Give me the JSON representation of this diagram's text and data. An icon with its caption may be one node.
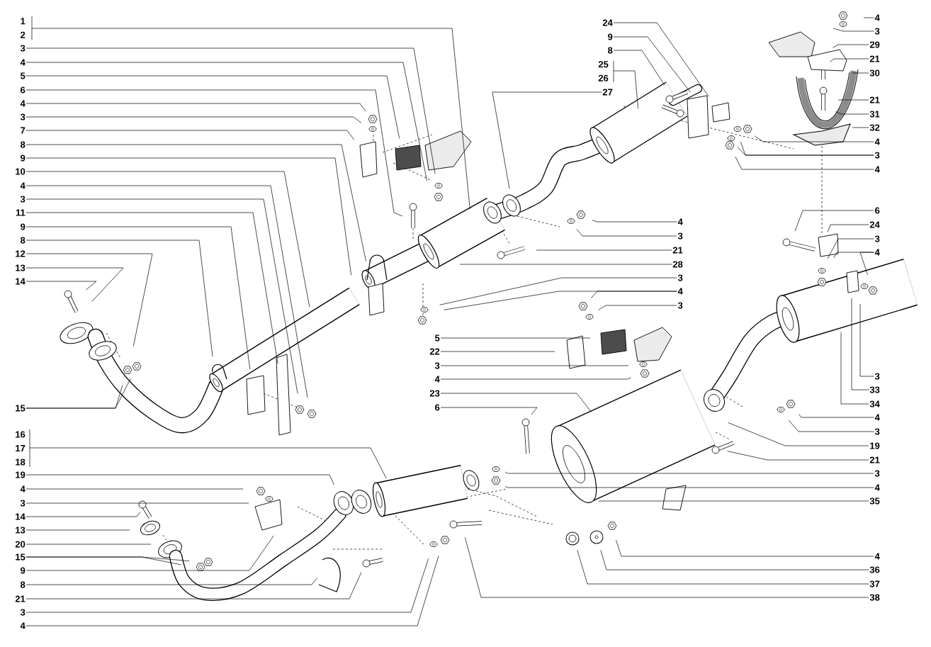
{
  "diagram": {
    "nodes": [
      {
        "text": [
          "1",
          "2"
        ]
      },
      {
        "text": [
          "3"
        ]
      },
      {
        "text": [
          "4"
        ]
      },
      {
        "text": [
          "5"
        ]
      },
      {
        "text": [
          "6"
        ]
      },
      {
        "text": [
          "4"
        ]
      },
      {
        "text": [
          "3"
        ]
      },
      {
        "text": [
          "7"
        ]
      },
      {
        "text": [
          "8"
        ]
      },
      {
        "text": [
          "9"
        ]
      },
      {
        "text": [
          "10"
        ]
      },
      {
        "text": [
          "4"
        ]
      },
      {
        "text": [
          "3"
        ]
      },
      {
        "text": [
          "11"
        ]
      },
      {
        "text": [
          "9"
        ]
      },
      {
        "text": [
          "8"
        ]
      },
      {
        "text": [
          "12"
        ]
      },
      {
        "text": [
          "13"
        ]
      },
      {
        "text": [
          "14"
        ]
      },
      {
        "text": [
          "15"
        ]
      },
      {
        "text": [
          "16",
          "17",
          "18"
        ]
      },
      {
        "text": [
          "19"
        ]
      },
      {
        "text": [
          "4"
        ]
      },
      {
        "text": [
          "3"
        ]
      },
      {
        "text": [
          "14"
        ]
      },
      {
        "text": [
          "13"
        ]
      },
      {
        "text": [
          "20"
        ]
      },
      {
        "text": [
          "15"
        ]
      },
      {
        "text": [
          "9"
        ]
      },
      {
        "text": [
          "8"
        ]
      },
      {
        "text": [
          "21"
        ]
      },
      {
        "text": [
          "3"
        ]
      },
      {
        "text": [
          "4"
        ]
      },
      {
        "text": [
          "24"
        ]
      },
      {
        "text": [
          "9"
        ]
      },
      {
        "text": [
          "8"
        ]
      },
      {
        "text": [
          "25",
          "26"
        ]
      },
      {
        "text": [
          "27"
        ]
      },
      {
        "text": [
          "4"
        ]
      },
      {
        "text": [
          "3"
        ]
      },
      {
        "text": [
          "29"
        ]
      },
      {
        "text": [
          "21"
        ]
      },
      {
        "text": [
          "30"
        ]
      },
      {
        "text": [
          "21"
        ]
      },
      {
        "text": [
          "31"
        ]
      },
      {
        "text": [
          "32"
        ]
      },
      {
        "text": [
          "4"
        ]
      },
      {
        "text": [
          "3"
        ]
      },
      {
        "text": [
          "4"
        ]
      },
      {
        "text": [
          "4"
        ]
      },
      {
        "text": [
          "3"
        ]
      },
      {
        "text": [
          "21"
        ]
      },
      {
        "text": [
          "28"
        ]
      },
      {
        "text": [
          "3"
        ]
      },
      {
        "text": [
          "4"
        ]
      },
      {
        "text": [
          "3"
        ]
      },
      {
        "text": [
          "5"
        ]
      },
      {
        "text": [
          "22"
        ]
      },
      {
        "text": [
          "3"
        ]
      },
      {
        "text": [
          "4"
        ]
      },
      {
        "text": [
          "23"
        ]
      },
      {
        "text": [
          "6"
        ]
      },
      {
        "text": [
          "6"
        ]
      },
      {
        "text": [
          "24"
        ]
      },
      {
        "text": [
          "3"
        ]
      },
      {
        "text": [
          "4"
        ]
      },
      {
        "text": [
          "3"
        ]
      },
      {
        "text": [
          "33"
        ]
      },
      {
        "text": [
          "34"
        ]
      },
      {
        "text": [
          "4"
        ]
      },
      {
        "text": [
          "3"
        ]
      },
      {
        "text": [
          "19"
        ]
      },
      {
        "text": [
          "21"
        ]
      },
      {
        "text": [
          "3"
        ]
      },
      {
        "text": [
          "4"
        ]
      },
      {
        "text": [
          "35"
        ]
      },
      {
        "text": [
          "4"
        ]
      },
      {
        "text": [
          "36"
        ]
      },
      {
        "text": [
          "37"
        ]
      },
      {
        "text": [
          "38"
        ]
      }
    ],
    "edges": [
      {
        "from": 0,
        "to": null,
        "arrow": "none"
      },
      {
        "from": 1,
        "to": null,
        "arrow": "none"
      },
      {
        "from": 2,
        "to": null,
        "arrow": "none"
      },
      {
        "from": 3,
        "to": null,
        "arrow": "none"
      },
      {
        "from": 4,
        "to": null,
        "arrow": "none"
      },
      {
        "from": 5,
        "to": null,
        "arrow": "none"
      },
      {
        "from": 6,
        "to": null,
        "arrow": "none"
      },
      {
        "from": 7,
        "to": null,
        "arrow": "none"
      },
      {
        "from": 8,
        "to": null,
        "arrow": "none"
      },
      {
        "from": 9,
        "to": null,
        "arrow": "none"
      },
      {
        "from": 10,
        "to": null,
        "arrow": "none"
      },
      {
        "from": 11,
        "to": null,
        "arrow": "none"
      },
      {
        "from": 12,
        "to": null,
        "arrow": "none"
      },
      {
        "from": 13,
        "to": null,
        "arrow": "none"
      },
      {
        "from": 14,
        "to": null,
        "arrow": "none"
      },
      {
        "from": 15,
        "to": null,
        "arrow": "none"
      },
      {
        "from": 16,
        "to": null,
        "arrow": "none"
      },
      {
        "from": 17,
        "to": null,
        "arrow": "none"
      },
      {
        "from": 18,
        "to": null,
        "arrow": "none"
      },
      {
        "from": 19,
        "to": null,
        "arrow": "none"
      },
      {
        "from": 19,
        "to": null,
        "arrow": "none"
      },
      {
        "from": 20,
        "to": null,
        "arrow": "none"
      },
      {
        "from": 21,
        "to": null,
        "arrow": "none"
      },
      {
        "from": 22,
        "to": null,
        "arrow": "none"
      },
      {
        "from": 23,
        "to": null,
        "arrow": "none"
      },
      {
        "from": 24,
        "to": null,
        "arrow": "none"
      },
      {
        "from": 25,
        "to": null,
        "arrow": "none"
      },
      {
        "from": 26,
        "to": null,
        "arrow": "none"
      },
      {
        "from": 27,
        "to": null,
        "arrow": "none"
      },
      {
        "from": 27,
        "to": null,
        "arrow": "none"
      },
      {
        "from": 28,
        "to": null,
        "arrow": "none"
      },
      {
        "from": 29,
        "to": null,
        "arrow": "none"
      },
      {
        "from": 30,
        "to": null,
        "arrow": "none"
      },
      {
        "from": 31,
        "to": null,
        "arrow": "none"
      },
      {
        "from": 32,
        "to": null,
        "arrow": "none"
      },
      {
        "from": 33,
        "to": null,
        "arrow": "none"
      },
      {
        "from": 34,
        "to": null,
        "arrow": "none"
      },
      {
        "from": 35,
        "to": null,
        "arrow": "none"
      },
      {
        "from": 36,
        "to": null,
        "arrow": "none"
      },
      {
        "from": 37,
        "to": null,
        "arrow": "none"
      },
      {
        "from": 38,
        "to": null,
        "arrow": "none"
      },
      {
        "from": 39,
        "to": null,
        "arrow": "none"
      },
      {
        "from": 40,
        "to": null,
        "arrow": "none"
      },
      {
        "from": 41,
        "to": null,
        "arrow": "none"
      },
      {
        "from": 42,
        "to": null,
        "arrow": "none"
      },
      {
        "from": 43,
        "to": null,
        "arrow": "none"
      },
      {
        "from": 44,
        "to": null,
        "arrow": "none"
      },
      {
        "from": 45,
        "to": null,
        "arrow": "none"
      },
      {
        "from": 46,
        "to": null,
        "arrow": "none"
      },
      {
        "from": 47,
        "to": null,
        "arrow": "none"
      },
      {
        "from": 47,
        "to": null,
        "arrow": "none"
      },
      {
        "from": 48,
        "to": null,
        "arrow": "none"
      },
      {
        "from": 49,
        "to": null,
        "arrow": "none"
      },
      {
        "from": 50,
        "to": null,
        "arrow": "none"
      },
      {
        "from": 51,
        "to": null,
        "arrow": "none"
      },
      {
        "from": 52,
        "to": null,
        "arrow": "none"
      },
      {
        "from": 53,
        "to": null,
        "arrow": "none"
      },
      {
        "from": 54,
        "to": null,
        "arrow": "none"
      },
      {
        "from": 54,
        "to": null,
        "arrow": "none"
      },
      {
        "from": 55,
        "to": null,
        "arrow": "none"
      },
      {
        "from": 56,
        "to": null,
        "arrow": "none"
      },
      {
        "from": 57,
        "to": null,
        "arrow": "none"
      },
      {
        "from": 58,
        "to": null,
        "arrow": "none"
      },
      {
        "from": 59,
        "to": null,
        "arrow": "none"
      },
      {
        "from": 60,
        "to": null,
        "arrow": "none"
      },
      {
        "from": 61,
        "to": null,
        "arrow": "none"
      },
      {
        "from": 62,
        "to": null,
        "arrow": "none"
      },
      {
        "from": 63,
        "to": null,
        "arrow": "none"
      },
      {
        "from": 64,
        "to": null,
        "arrow": "none"
      },
      {
        "from": 65,
        "to": null,
        "arrow": "none"
      },
      {
        "from": 65,
        "to": null,
        "arrow": "none"
      },
      {
        "from": 66,
        "to": null,
        "arrow": "none"
      },
      {
        "from": 67,
        "to": null,
        "arrow": "none"
      },
      {
        "from": 68,
        "to": null,
        "arrow": "none"
      },
      {
        "from": 69,
        "to": null,
        "arrow": "none"
      },
      {
        "from": 70,
        "to": null,
        "arrow": "none"
      },
      {
        "from": 71,
        "to": null,
        "arrow": "none"
      },
      {
        "from": 72,
        "to": null,
        "arrow": "none"
      },
      {
        "from": 73,
        "to": null,
        "arrow": "none"
      },
      {
        "from": 74,
        "to": null,
        "arrow": "none"
      },
      {
        "from": 75,
        "to": null,
        "arrow": "none"
      },
      {
        "from": 76,
        "to": null,
        "arrow": "none"
      },
      {
        "from": 77,
        "to": null,
        "arrow": "none"
      },
      {
        "from": 78,
        "to": null,
        "arrow": "none"
      },
      {
        "from": 79,
        "to": null,
        "arrow": "none"
      }
    ]
  }
}
